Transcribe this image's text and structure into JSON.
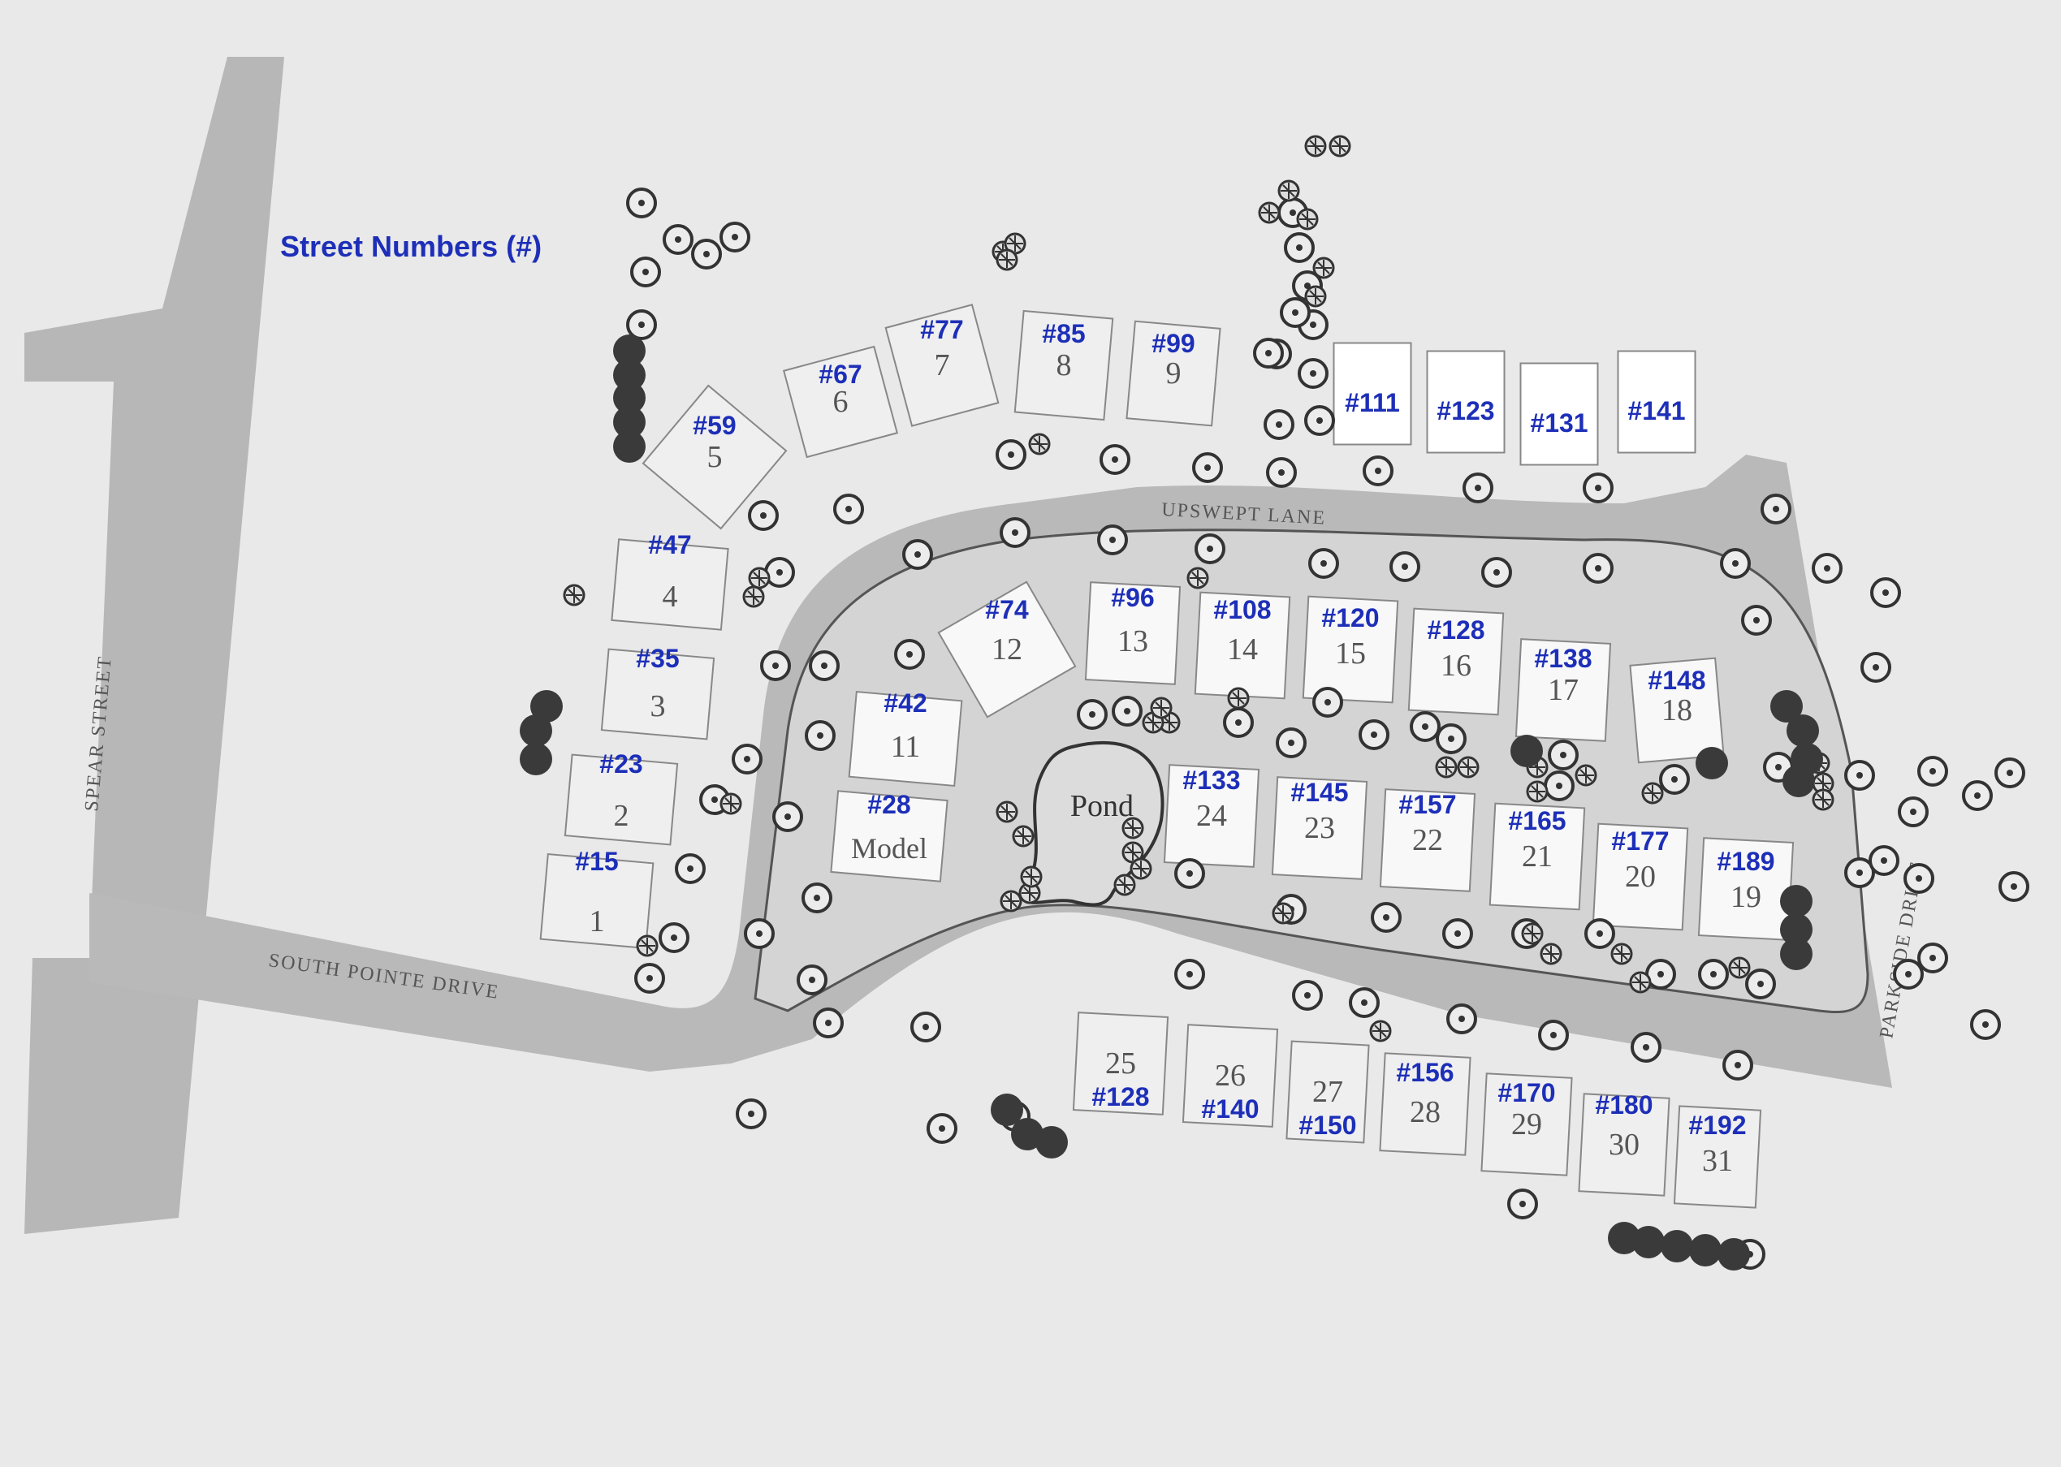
{
  "legend": "Street Numbers (#)",
  "pond_label": "Pond",
  "roads": {
    "spear": "SPEAR STREET",
    "south_pointe": "SOUTH POINTE DRIVE",
    "upswept": "UPSWEPT LANE",
    "parkside": "PARKSIDE DRIVE"
  },
  "lots": [
    {
      "lot": "1",
      "street": "#15"
    },
    {
      "lot": "2",
      "street": "#23"
    },
    {
      "lot": "3",
      "street": "#35"
    },
    {
      "lot": "4",
      "street": "#47"
    },
    {
      "lot": "5",
      "street": "#59"
    },
    {
      "lot": "6",
      "street": "#67"
    },
    {
      "lot": "7",
      "street": "#77"
    },
    {
      "lot": "8",
      "street": "#85"
    },
    {
      "lot": "9",
      "street": "#99"
    },
    {
      "lot": "",
      "street": "#111"
    },
    {
      "lot": "",
      "street": "#123"
    },
    {
      "lot": "",
      "street": "#131"
    },
    {
      "lot": "",
      "street": "#141"
    },
    {
      "lot": "Model",
      "street": "#28"
    },
    {
      "lot": "11",
      "street": "#42"
    },
    {
      "lot": "12",
      "street": "#74"
    },
    {
      "lot": "13",
      "street": "#96"
    },
    {
      "lot": "14",
      "street": "#108"
    },
    {
      "lot": "15",
      "street": "#120"
    },
    {
      "lot": "16",
      "street": "#128"
    },
    {
      "lot": "17",
      "street": "#138"
    },
    {
      "lot": "18",
      "street": "#148"
    },
    {
      "lot": "24",
      "street": "#133"
    },
    {
      "lot": "23",
      "street": "#145"
    },
    {
      "lot": "22",
      "street": "#157"
    },
    {
      "lot": "21",
      "street": "#165"
    },
    {
      "lot": "20",
      "street": "#177"
    },
    {
      "lot": "19",
      "street": "#189"
    },
    {
      "lot": "25",
      "street": "#128"
    },
    {
      "lot": "26",
      "street": "#140"
    },
    {
      "lot": "27",
      "street": "#150"
    },
    {
      "lot": "28",
      "street": "#156"
    },
    {
      "lot": "29",
      "street": "#170"
    },
    {
      "lot": "30",
      "street": "#180"
    },
    {
      "lot": "31",
      "street": "#192"
    }
  ]
}
